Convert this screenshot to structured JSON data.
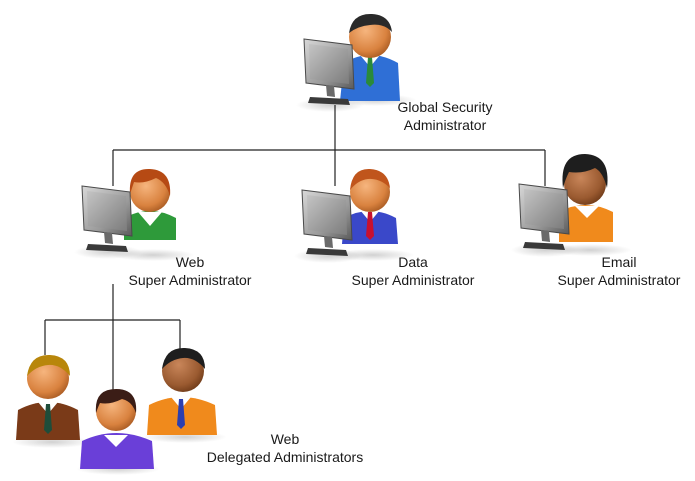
{
  "nodes": {
    "global": {
      "line1": "Global Security",
      "line2": "Administrator"
    },
    "web": {
      "line1": "Web",
      "line2": "Super Administrator"
    },
    "data": {
      "line1": "Data",
      "line2": "Super Administrator"
    },
    "email": {
      "line1": "Email",
      "line2": "Super Administrator"
    },
    "delegated": {
      "line1": "Web",
      "line2": "Delegated Administrators"
    }
  },
  "icons": {
    "admin_with_computer": "admin-computer-icon",
    "person": "person-icon"
  },
  "colors": {
    "connector": "#222222",
    "shirt_blue": "#2f6fd6",
    "shirt_green": "#2e9a3a",
    "shirt_purple": "#3a48c9",
    "shirt_orange": "#f08a1c",
    "shirt_brown": "#7a3a18",
    "shirt_violet": "#6a3fd8",
    "monitor_gray": "#8c8c8c"
  }
}
